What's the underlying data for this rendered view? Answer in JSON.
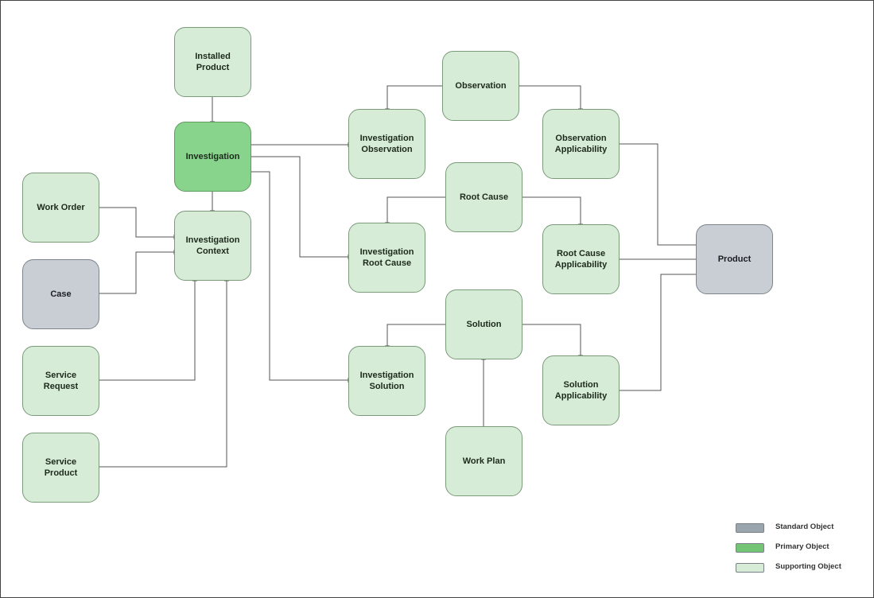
{
  "colors": {
    "standard": "#c9ced4",
    "primary": "#88d48c",
    "supporting": "#d7ecd7",
    "standard_legend": "#9aa5ae",
    "primary_legend": "#74c476",
    "supporting_legend": "#d7ecd7",
    "connector": "#555555"
  },
  "nodes": {
    "installed_product": "Installed Product",
    "investigation": "Investigation",
    "work_order": "Work Order",
    "investigation_context": "Investigation\nContext",
    "case": "Case",
    "service_request": "Service Request",
    "service_product": "Service Product",
    "observation": "Observation",
    "investigation_observation": "Investigation\nObservation",
    "observation_applicability": "Observation\nApplicability",
    "root_cause": "Root Cause",
    "investigation_root_cause": "Investigation\nRoot Cause",
    "root_cause_applicability": "Root Cause\nApplicability",
    "product": "Product",
    "solution": "Solution",
    "investigation_solution": "Investigation\nSolution",
    "solution_applicability": "Solution\nApplicability",
    "work_plan": "Work Plan"
  },
  "legend": {
    "standard": "Standard Object",
    "primary": "Primary Object",
    "supporting": "Supporting Object"
  }
}
